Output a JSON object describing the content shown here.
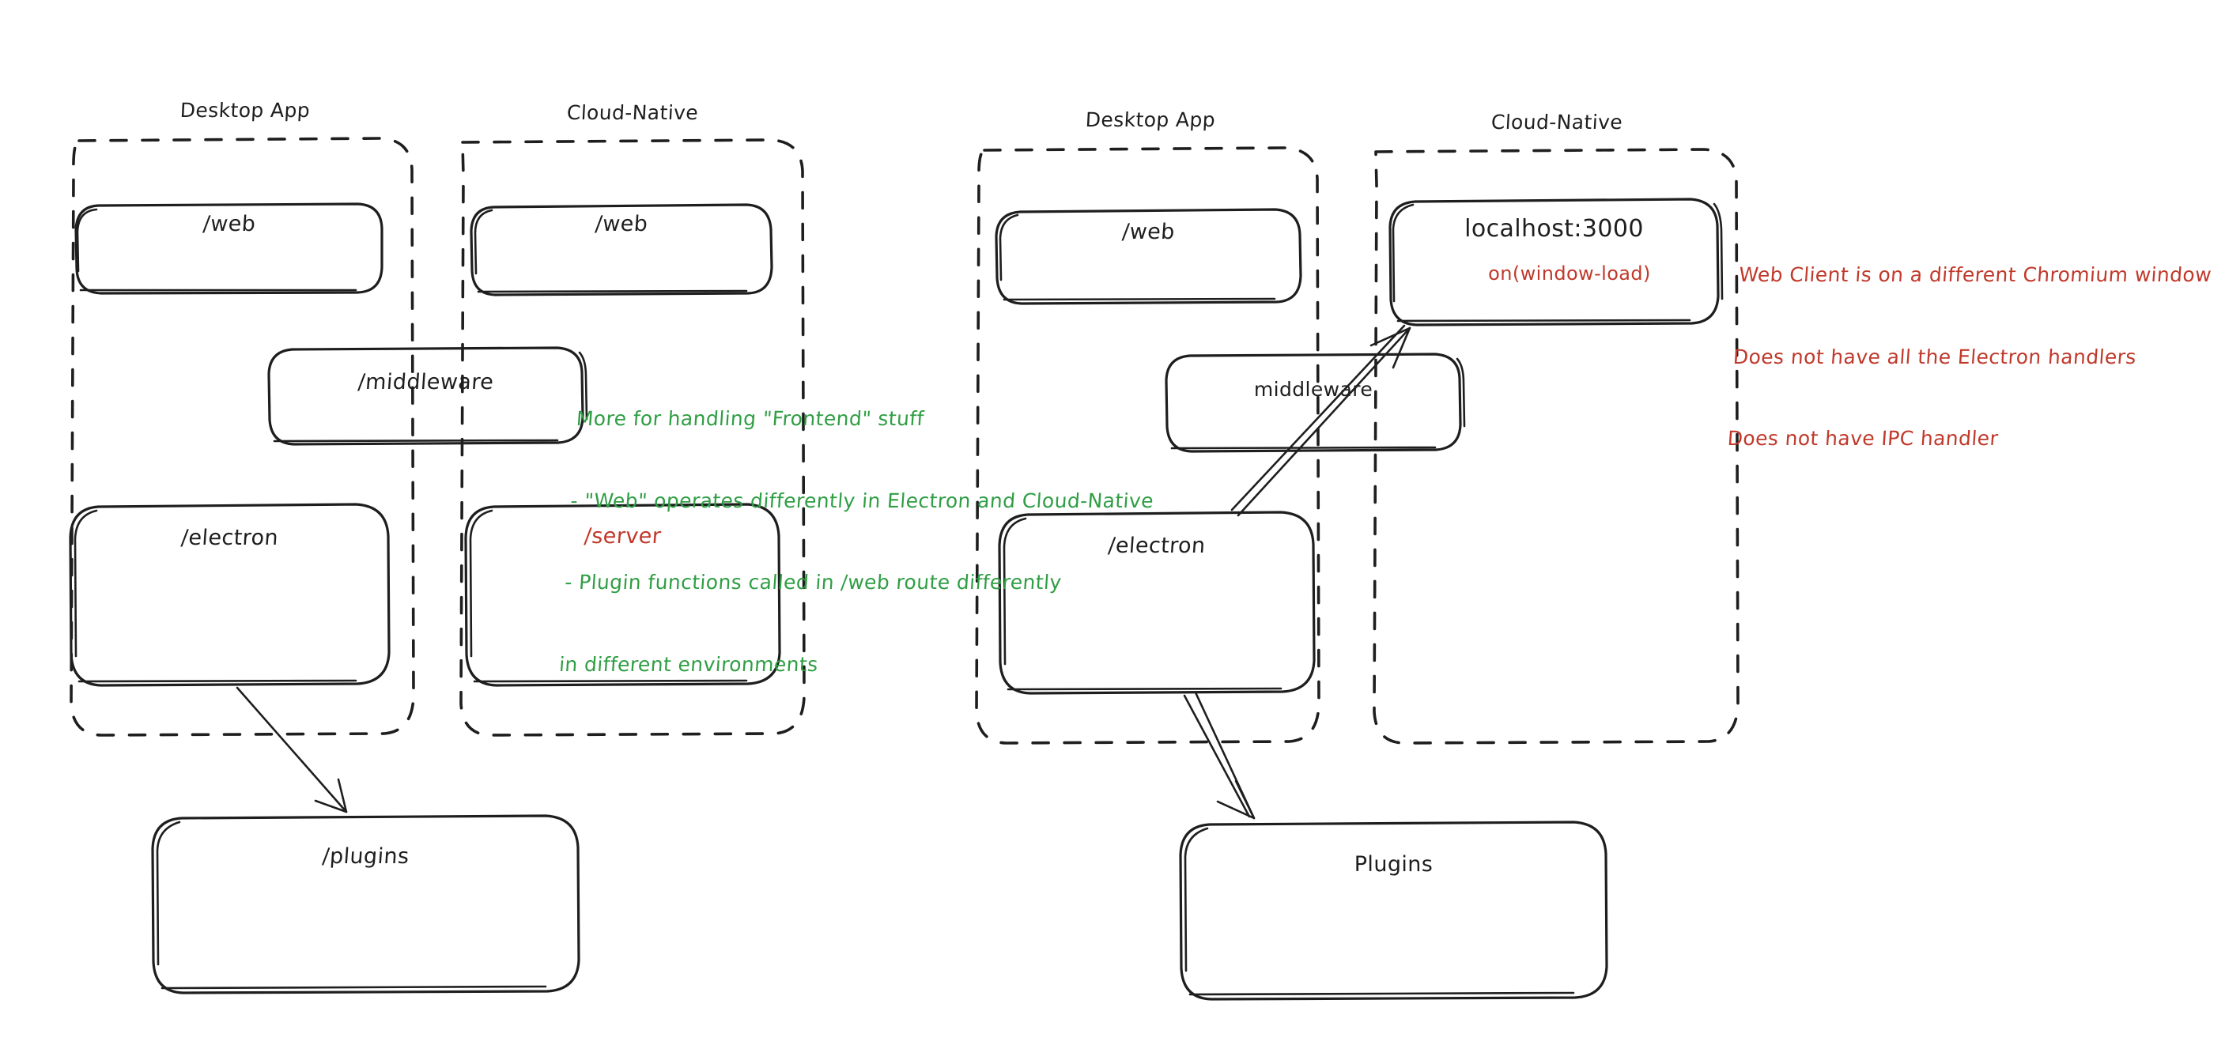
{
  "diagram": {
    "title_type": "hand-drawn architecture comparison",
    "colors": {
      "stroke": "#1e1e1e",
      "green": "#2f9e44",
      "red": "#c0392b",
      "background": "#ffffff"
    },
    "left_diagram": {
      "groups": [
        {
          "label": "Desktop App"
        },
        {
          "label": "Cloud-Native"
        }
      ],
      "nodes": {
        "desktop_web": "/web",
        "cloud_web": "/web",
        "middleware": "/middleware",
        "electron": "/electron",
        "server": "/server",
        "plugins": "/plugins"
      }
    },
    "right_diagram": {
      "groups": [
        {
          "label": "Desktop App"
        },
        {
          "label": "Cloud-Native"
        }
      ],
      "nodes": {
        "desktop_web": "/web",
        "localhost": "localhost:3000",
        "localhost_sub": "on(window-load)",
        "middleware": "middleware",
        "electron": "/electron",
        "plugins": "Plugins"
      }
    },
    "annotations": {
      "green_note": {
        "lines": [
          "More for handling \"Frontend\" stuff",
          "- \"Web\" operates differently in Electron and Cloud-Native",
          "- Plugin functions called in /web route differently",
          "in different environments"
        ],
        "color": "#2f9e44"
      },
      "red_note": {
        "lines": [
          "Web Client is on a different Chromium window",
          "Does not have all the Electron handlers",
          "Does not have IPC handler"
        ],
        "color": "#c0392b"
      }
    }
  }
}
